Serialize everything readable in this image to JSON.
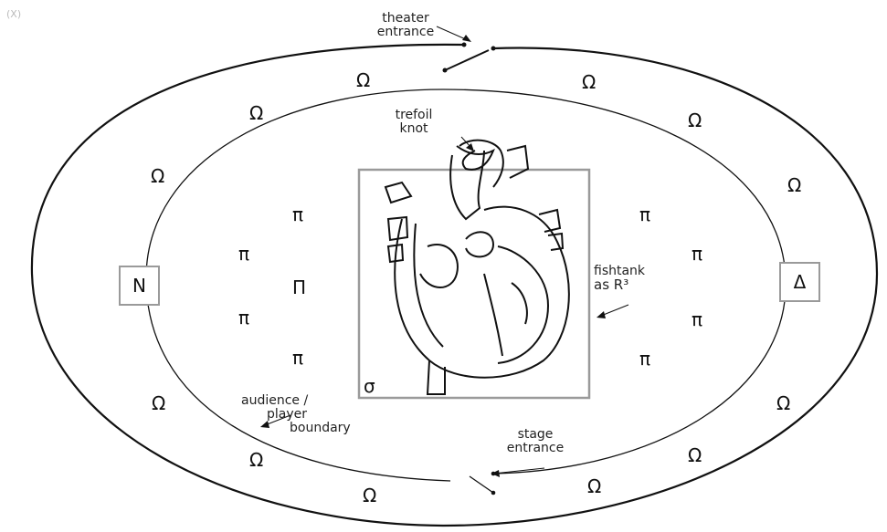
{
  "corner_mark": "(X)",
  "labels": {
    "theater_entrance": [
      "theater",
      "entrance"
    ],
    "trefoil_knot": [
      "trefoil",
      "knot"
    ],
    "fishtank": [
      "fishtank",
      "as R³"
    ],
    "audience_boundary": [
      "audience /",
      "player",
      "boundary"
    ],
    "stage_entrance": [
      "stage",
      "entrance"
    ]
  },
  "markers": {
    "north_box": "N",
    "delta_box": "Δ",
    "sigma": "σ"
  },
  "symbols": {
    "outer": "Ω",
    "inner": "π",
    "center": "Π"
  }
}
